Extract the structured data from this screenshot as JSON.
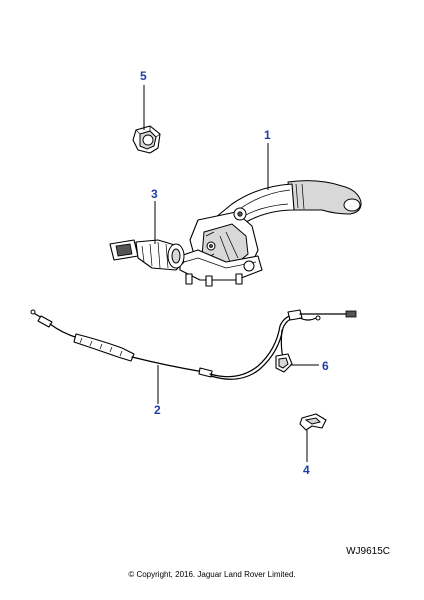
{
  "callouts": [
    {
      "id": "1",
      "label": "1"
    },
    {
      "id": "2",
      "label": "2"
    },
    {
      "id": "3",
      "label": "3"
    },
    {
      "id": "4",
      "label": "4"
    },
    {
      "id": "5",
      "label": "5"
    },
    {
      "id": "6",
      "label": "6"
    }
  ],
  "reference_code": "WJ9615C",
  "copyright": "© Copyright, 2016. Jaguar Land Rover Limited.",
  "colors": {
    "callout": "#1f3fa8",
    "line": "#000000",
    "background": "#ffffff"
  }
}
